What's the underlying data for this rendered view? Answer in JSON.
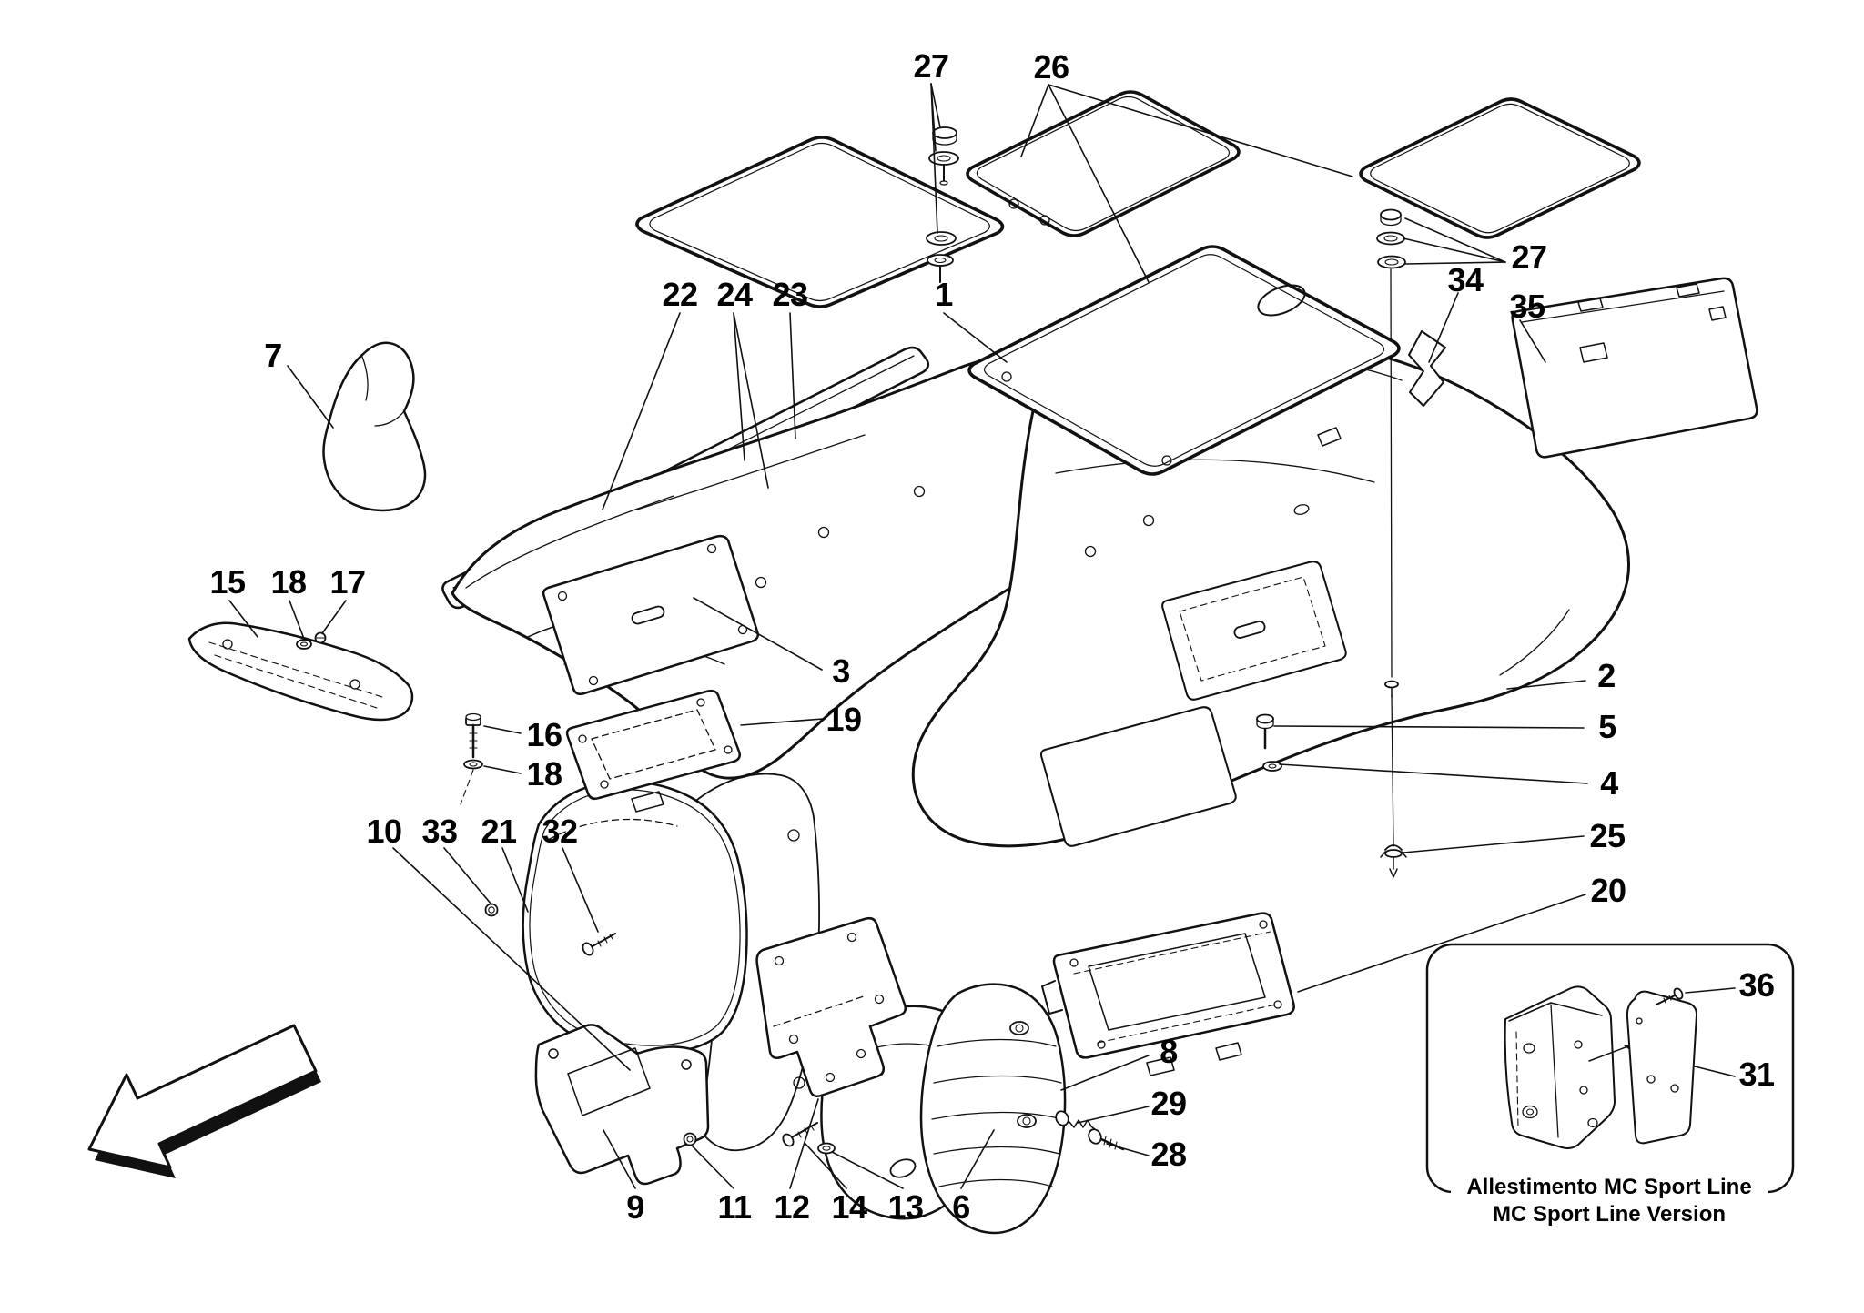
{
  "figure": {
    "type": "exploded-parts-diagram",
    "subject": "passenger compartment mats and trim panels",
    "colors": {
      "line": "#111111",
      "background": "#ffffff"
    },
    "caption": {
      "line1": "Allestimento MC Sport Line",
      "line2": "MC Sport Line Version"
    },
    "callouts": {
      "c27a": "27",
      "c26": "26",
      "c27b": "27",
      "c34": "34",
      "c35": "35",
      "c22": "22",
      "c24": "24",
      "c23": "23",
      "c1": "1",
      "c7": "7",
      "c15": "15",
      "c18a": "18",
      "c17": "17",
      "c16": "16",
      "c18b": "18",
      "c3": "3",
      "c19": "19",
      "c2": "2",
      "c5": "5",
      "c4": "4",
      "c25": "25",
      "c20": "20",
      "c10": "10",
      "c33": "33",
      "c21": "21",
      "c32": "32",
      "c9": "9",
      "c11": "11",
      "c12": "12",
      "c14": "14",
      "c13": "13",
      "c6": "6",
      "c8": "8",
      "c29": "29",
      "c28": "28",
      "c36": "36",
      "c31": "31"
    },
    "icons": {
      "direction_arrow": "front-of-car-arrow-icon"
    }
  }
}
